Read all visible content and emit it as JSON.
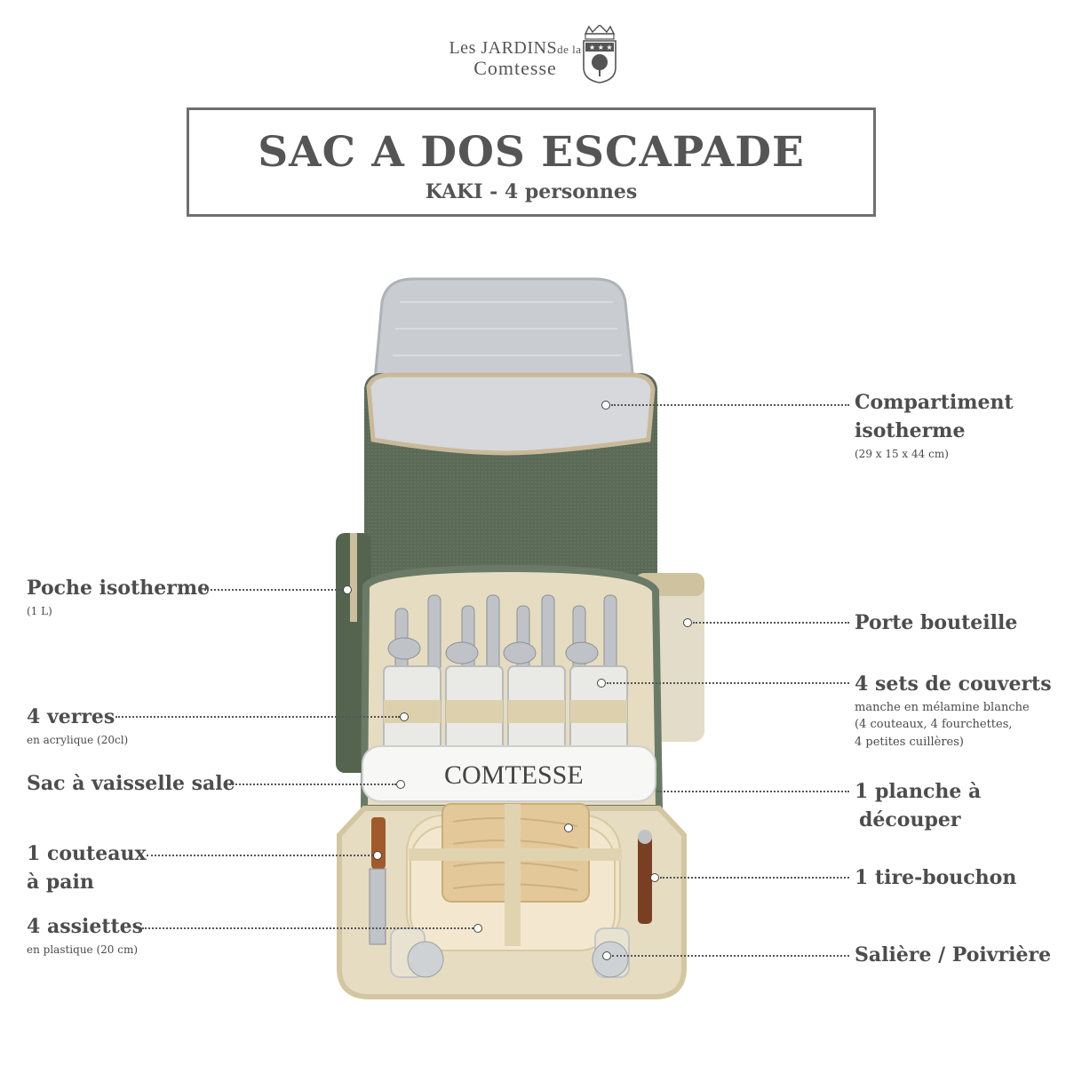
{
  "logo": {
    "line1_les": "Les ",
    "line1_jardins": "JARDINS",
    "line1_dela": "de la",
    "line2": "Comtesse"
  },
  "title": {
    "main": "SAC A DOS ESCAPADE",
    "sub": "KAKI - 4 personnes"
  },
  "labels": {
    "compartiment": {
      "title_l1": "Compartiment",
      "title_l2": "isotherme",
      "sub": "(29 x 15 x 44 cm)"
    },
    "poche": {
      "title": "Poche isotherme",
      "sub": "(1 L)"
    },
    "porte_bouteille": {
      "title": "Porte bouteille"
    },
    "couverts": {
      "title": "4 sets de couverts",
      "sub1": "manche en mélamine blanche",
      "sub2": "(4 couteaux, 4 fourchettes,",
      "sub3": "4 petites cuillères)"
    },
    "verres": {
      "title": "4 verres",
      "sub": "en acrylique (20cl)"
    },
    "sac_vaisselle": {
      "title": "Sac à vaisselle sale"
    },
    "planche": {
      "title_l1": "1 planche à",
      "title_l2": "découper"
    },
    "couteaux_pain": {
      "title_l1": "1 couteaux",
      "title_l2": "à pain"
    },
    "tire_bouchon": {
      "title": "1 tire-bouchon"
    },
    "assiettes": {
      "title": "4 assiettes",
      "sub": "en plastique (20 cm)"
    },
    "saliere": {
      "title": "Salière / Poivrière"
    }
  },
  "product_bag_logo": "COMTESSE",
  "colors": {
    "text": "#4d4d4d",
    "bag_green": "#5e6e5b",
    "lining_beige": "#e6dcc2",
    "wood": "#e3c99a",
    "insulation_silver": "#c9ccd0"
  }
}
